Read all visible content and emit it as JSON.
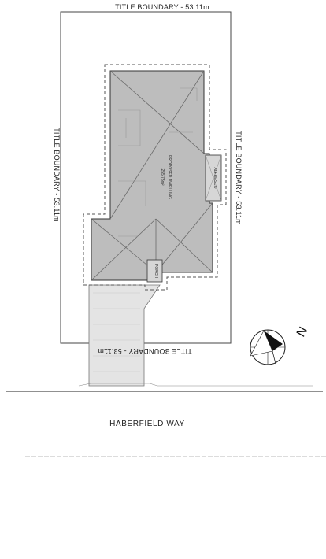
{
  "boundaries": {
    "top": "TITLE BOUNDARY - 53.11m",
    "left": "TITLE BOUNDARY - 53.11m",
    "right": "TITLE BOUNDARY - 53.11m",
    "bottom": "TITLE BOUNDARY - 53.11m"
  },
  "building": {
    "label": "PROPOSED DWELLING",
    "area": "255.75m²",
    "alfresco": "ALFRESCO",
    "porch": "PORCH"
  },
  "street": {
    "name": "HABERFIELD WAY"
  },
  "north": {
    "label": "N"
  },
  "colors": {
    "roof_fill": "#bdbdbd",
    "line": "#333333",
    "dashed": "#555555"
  }
}
